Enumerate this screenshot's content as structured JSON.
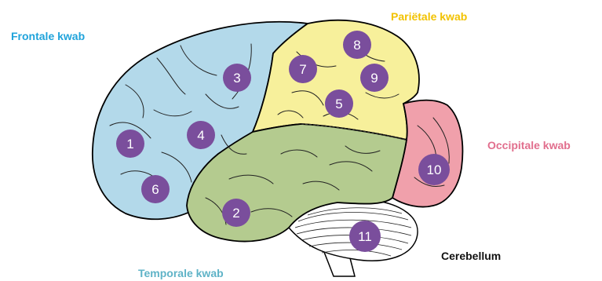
{
  "labels": {
    "frontal": "Frontale kwab",
    "parietal": "Pariëtale kwab",
    "occipital": "Occipitale kwab",
    "temporal": "Temporale kwab",
    "cerebellum": "Cerebellum"
  },
  "colors": {
    "frontal_fill": "#b3d9ea",
    "parietal_fill": "#f7f09b",
    "temporal_fill": "#b4cb8f",
    "occipital_fill": "#f0a0ab",
    "cerebellum_fill": "#ffffff",
    "marker_fill": "#7a4e9c",
    "frontal_text": "#1fa3db",
    "parietal_text": "#f2c200",
    "occipital_text": "#e16e8d",
    "temporal_text": "#5fb3c7",
    "cerebellum_text": "#111111"
  },
  "markers": [
    "1",
    "2",
    "3",
    "4",
    "5",
    "6",
    "7",
    "8",
    "9",
    "10",
    "11"
  ]
}
